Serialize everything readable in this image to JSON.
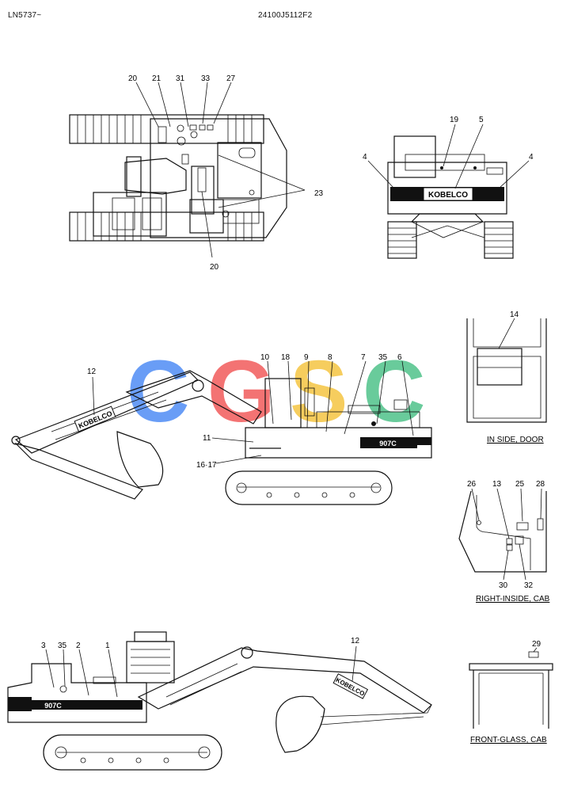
{
  "header": {
    "serial": "LN5737~",
    "part_number": "24100J5112F2"
  },
  "watermark": {
    "text": "CGSC",
    "colors": [
      "#4f8df5",
      "#f25b5b",
      "#f5c542",
      "#4fc38a"
    ]
  },
  "top_view": {
    "callouts": [
      "20",
      "21",
      "31",
      "33",
      "27",
      "23",
      "20"
    ]
  },
  "rear_view": {
    "callouts": [
      "19",
      "5",
      "4",
      "4"
    ],
    "logo": "KOBELCO"
  },
  "side_view_right": {
    "callouts": [
      "12",
      "10",
      "18",
      "9",
      "8",
      "7",
      "35",
      "6",
      "11",
      "16·17"
    ],
    "boom_logo": "KOBELCO",
    "model_badge": "907C"
  },
  "inside_door": {
    "callouts": [
      "14"
    ],
    "caption": "IN SIDE, DOOR"
  },
  "right_inside_cab": {
    "callouts": [
      "26",
      "13",
      "25",
      "28",
      "30",
      "32"
    ],
    "caption": "RIGHT-INSIDE, CAB"
  },
  "side_view_left": {
    "callouts": [
      "3",
      "35",
      "2",
      "1",
      "12"
    ],
    "boom_logo": "KOBELCO",
    "model_badge": "907C"
  },
  "front_glass": {
    "callouts": [
      "29"
    ],
    "caption": "FRONT-GLASS, CAB"
  }
}
